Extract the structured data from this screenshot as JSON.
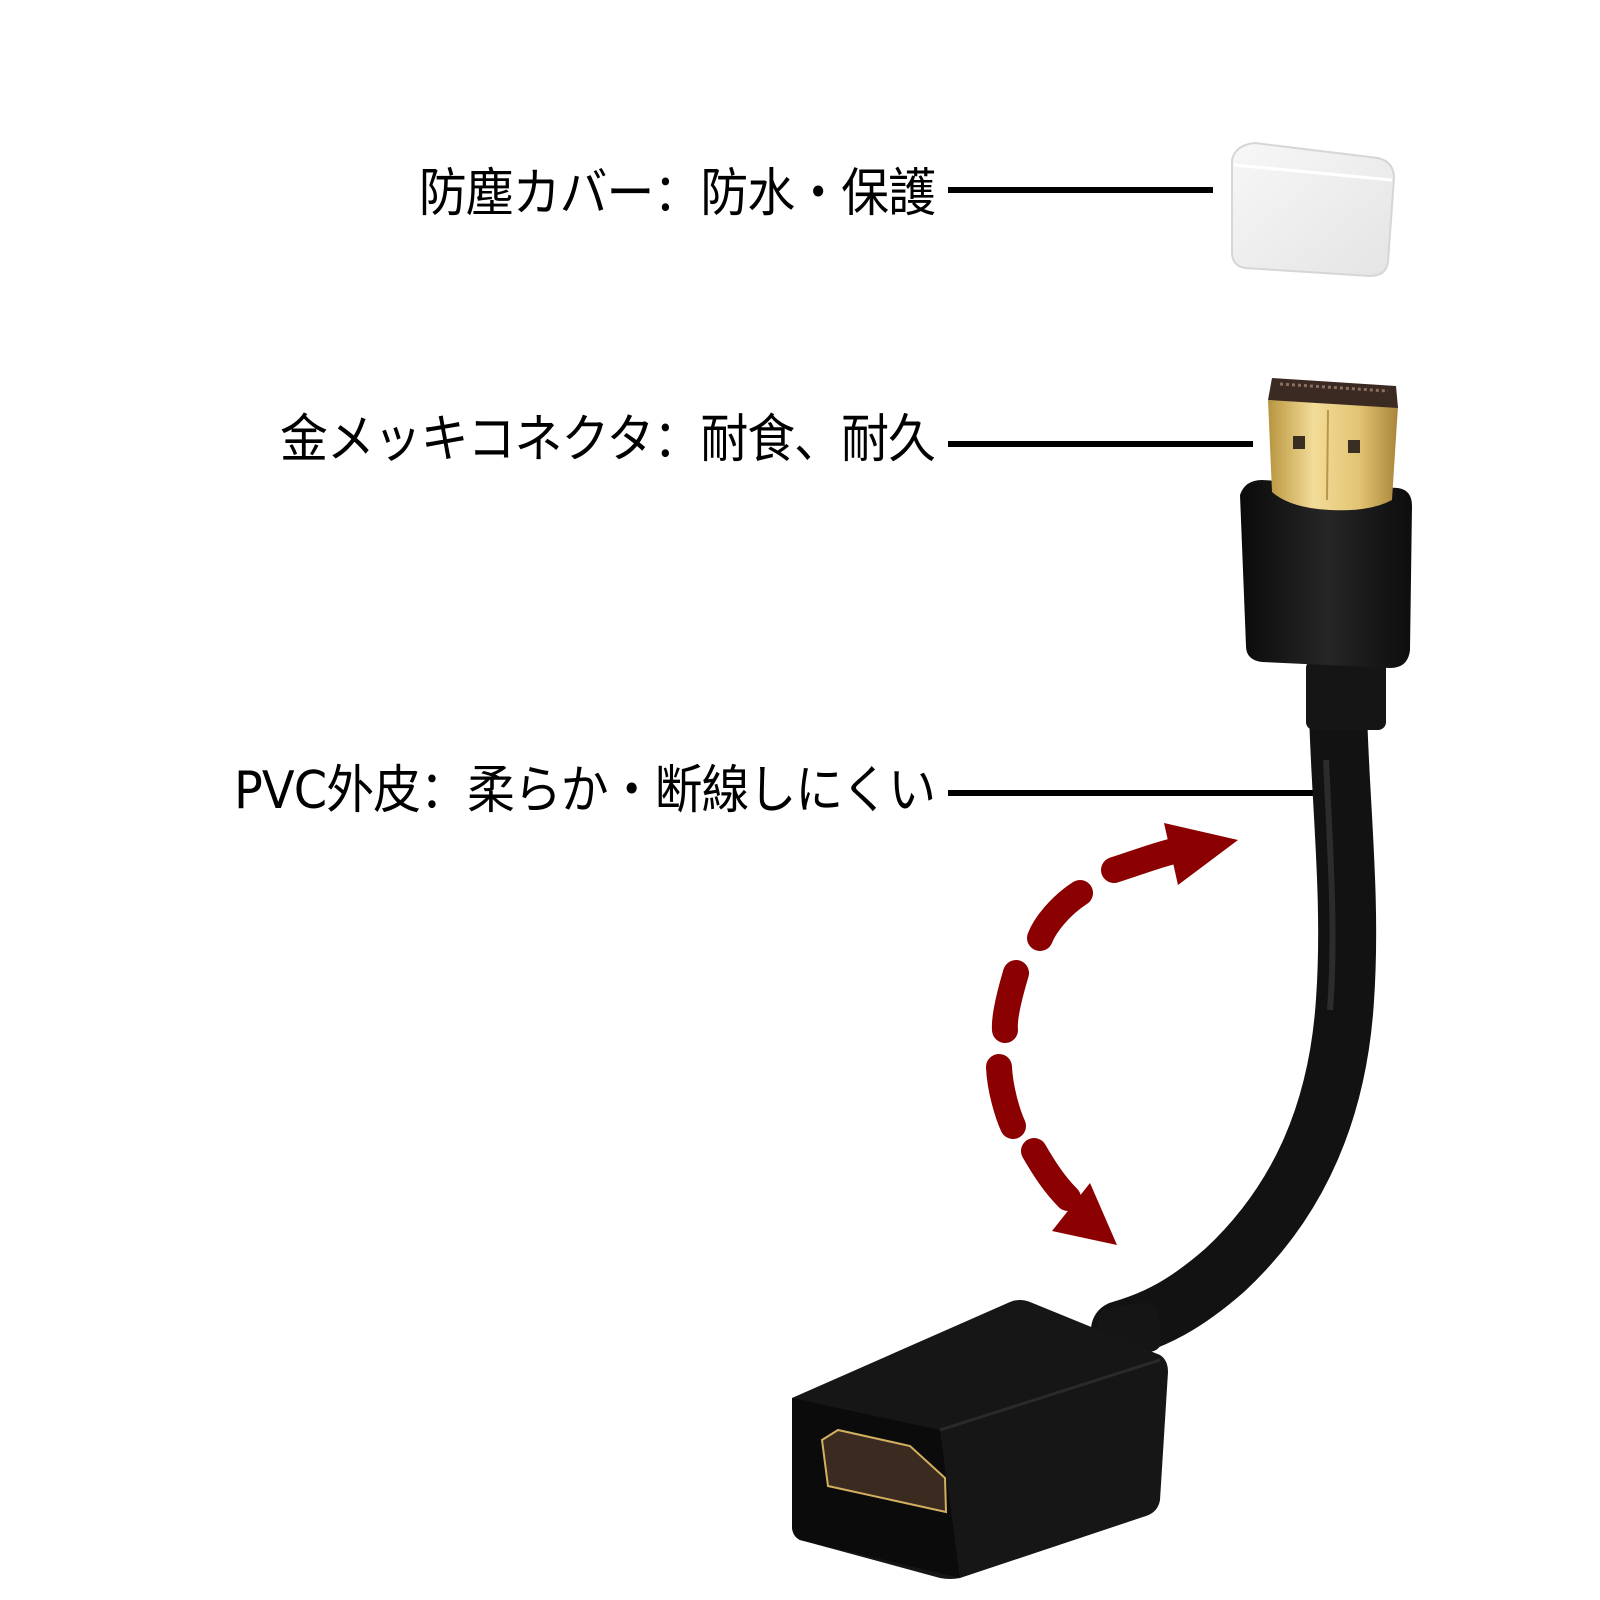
{
  "annotations": [
    {
      "id": "dust-cover",
      "label": "防塵カバー：防水・保護"
    },
    {
      "id": "gold-connector",
      "label": "金メッキコネクタ：耐食、耐久"
    },
    {
      "id": "pvc-jacket",
      "label": "PVC外皮：柔らか・断線しにくい"
    }
  ],
  "product": {
    "type": "HDMI male-to-female extension cable",
    "parts": [
      "dust-cover",
      "hdmi-male-plug",
      "cable",
      "hdmi-female-socket"
    ],
    "colors": {
      "cable": "#141414",
      "gold": "#d8b860",
      "arrow": "#8b0000",
      "cover": "#f2f2f2"
    }
  }
}
